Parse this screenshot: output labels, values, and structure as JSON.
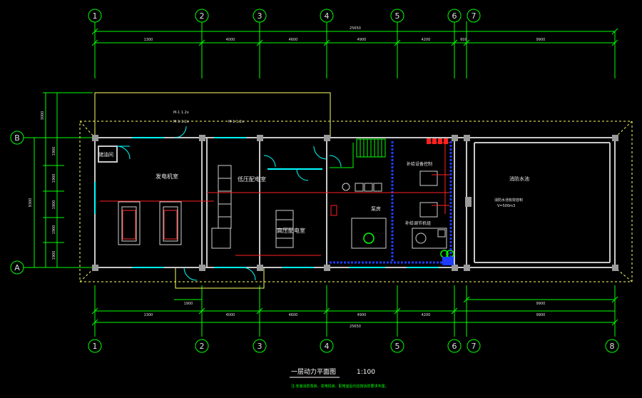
{
  "grid_axes": {
    "top": [
      "1",
      "2",
      "3",
      "4",
      "5",
      "6",
      "7"
    ],
    "bottom": [
      "1",
      "2",
      "3",
      "4",
      "5",
      "6",
      "7",
      "8"
    ],
    "left": [
      "B",
      "A"
    ]
  },
  "dimensions": {
    "top_overall": "25650",
    "top_segments": [
      "1300",
      "4000",
      "4600",
      "4900",
      "4200",
      "600",
      "9900"
    ],
    "bottom_segments": [
      "1300",
      "4000",
      "4600",
      "4900",
      "4200"
    ],
    "bottom_right_top": "9900",
    "bottom_right_bottom": "9900",
    "bottom_overall": "25650",
    "bottom_small": "1900",
    "left_overall": "9300",
    "left_segments": [
      "1900",
      "1900",
      "1900",
      "1900",
      "1900"
    ],
    "left_upper": "3000"
  },
  "rooms": {
    "generator": "发电机室",
    "low_voltage": "低压配电室",
    "high_voltage": "高压配电室",
    "oil_room": "储油间",
    "pump_room": "泵房",
    "pump_right_top": "补给设备控制",
    "pump_right_bottom": "补给调节机组",
    "fire_pool": "消防水池",
    "fire_pool_note": "消防水池有效容积",
    "fire_pool_volume": "V=500m3"
  },
  "labels": {
    "door_1": "M-1 1.2x",
    "door_2": "M-1 1.2x",
    "door_3": "M-1 1.2x"
  },
  "title": {
    "main": "一层动力平面图",
    "scale": "1:100",
    "note": "注:安装消防泵房、发电机房、配电室后均应按消防要求布置。"
  },
  "colors": {
    "axis": "#00ff00",
    "wall": "#c8c8c8",
    "yellow": "#ffff66",
    "cyan": "#00ffff",
    "red": "#ff2020",
    "blue": "#1e3cff",
    "white": "#ffffff"
  }
}
